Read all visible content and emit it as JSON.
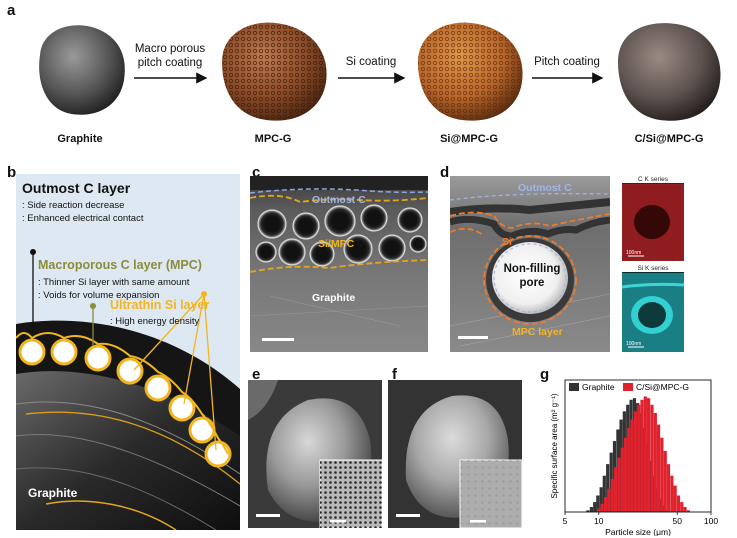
{
  "panels": {
    "a": "a",
    "b": "b",
    "c": "c",
    "d": "d",
    "e": "e",
    "f": "f",
    "g": "g"
  },
  "schematic": {
    "captions": [
      "Graphite",
      "MPC-G",
      "Si@MPC-G",
      "C/Si@MPC-G"
    ],
    "arrows": [
      "Macro porous pitch coating",
      "Si coating",
      "Pitch coating"
    ]
  },
  "structure": {
    "outer_title": "Outmost C layer",
    "outer_points": [
      ": Side reaction decrease",
      ": Enhanced electrical contact"
    ],
    "mpc_title": "Macroporous C layer  (MPC)",
    "mpc_points": [
      ": Thinner Si layer with same amount",
      ": Voids for volume expansion"
    ],
    "si_title": "Ultrathin Si layer",
    "si_points": [
      ": High energy density"
    ],
    "core_label": "Graphite",
    "colors": {
      "outer": "#111111",
      "mpc": "#8c8c3c",
      "si": "#f2b51e",
      "bg": "#dde8f2"
    }
  },
  "tem_c": {
    "labels": {
      "outmost": "Outmost C",
      "si_mpc": "Si/MPC",
      "graphite": "Graphite"
    }
  },
  "tem_d": {
    "labels": {
      "outmost": "Outmost C",
      "si": "Si",
      "pore": "Non-filling pore",
      "mpc": "MPC layer"
    },
    "maps": {
      "c_title": "C K series",
      "si_title": "Si K series",
      "scale": "100nm"
    },
    "colors": {
      "c_map": "#9c1f22",
      "si_map": "#2fc4c4"
    }
  },
  "chart_data": {
    "type": "bar",
    "xlabel": "Particle size (μm)",
    "ylabel": "Specific surface area (m² g⁻¹)",
    "xscale": "log",
    "xlim": [
      5,
      100
    ],
    "xticks": [
      5,
      10,
      50,
      100
    ],
    "legend_position": "top",
    "series": [
      {
        "name": "Graphite",
        "color": "#333333",
        "x": [
          8.0,
          8.6,
          9.2,
          9.8,
          10.5,
          11.2,
          12.0,
          12.9,
          13.8,
          14.8,
          15.8,
          16.9,
          18.1,
          19.4,
          20.8,
          22.2,
          23.8,
          25.5,
          27.3,
          29.2,
          31.3,
          33.5,
          35.9,
          38.4,
          41.1
        ],
        "values": [
          0.1,
          0.3,
          0.6,
          1.0,
          1.5,
          2.2,
          2.9,
          3.6,
          4.3,
          5.0,
          5.6,
          6.1,
          6.5,
          6.8,
          6.9,
          6.6,
          6.0,
          5.1,
          4.1,
          3.1,
          2.2,
          1.4,
          0.8,
          0.4,
          0.1
        ]
      },
      {
        "name": "C/Si@MPC-G",
        "color": "#e0212e",
        "x": [
          10.0,
          10.7,
          11.5,
          12.3,
          13.2,
          14.1,
          15.1,
          16.2,
          17.3,
          18.5,
          19.8,
          21.2,
          22.7,
          24.3,
          26.0,
          27.8,
          29.8,
          31.9,
          34.1,
          36.5,
          39.1,
          41.8,
          44.8,
          47.9,
          51.3,
          54.9,
          58.7,
          62.9
        ],
        "values": [
          0.2,
          0.5,
          0.9,
          1.4,
          2.0,
          2.7,
          3.3,
          3.9,
          4.5,
          5.1,
          5.6,
          6.1,
          6.5,
          6.8,
          7.0,
          6.9,
          6.5,
          6.0,
          5.3,
          4.5,
          3.7,
          2.9,
          2.2,
          1.6,
          1.0,
          0.6,
          0.3,
          0.1
        ]
      }
    ]
  }
}
